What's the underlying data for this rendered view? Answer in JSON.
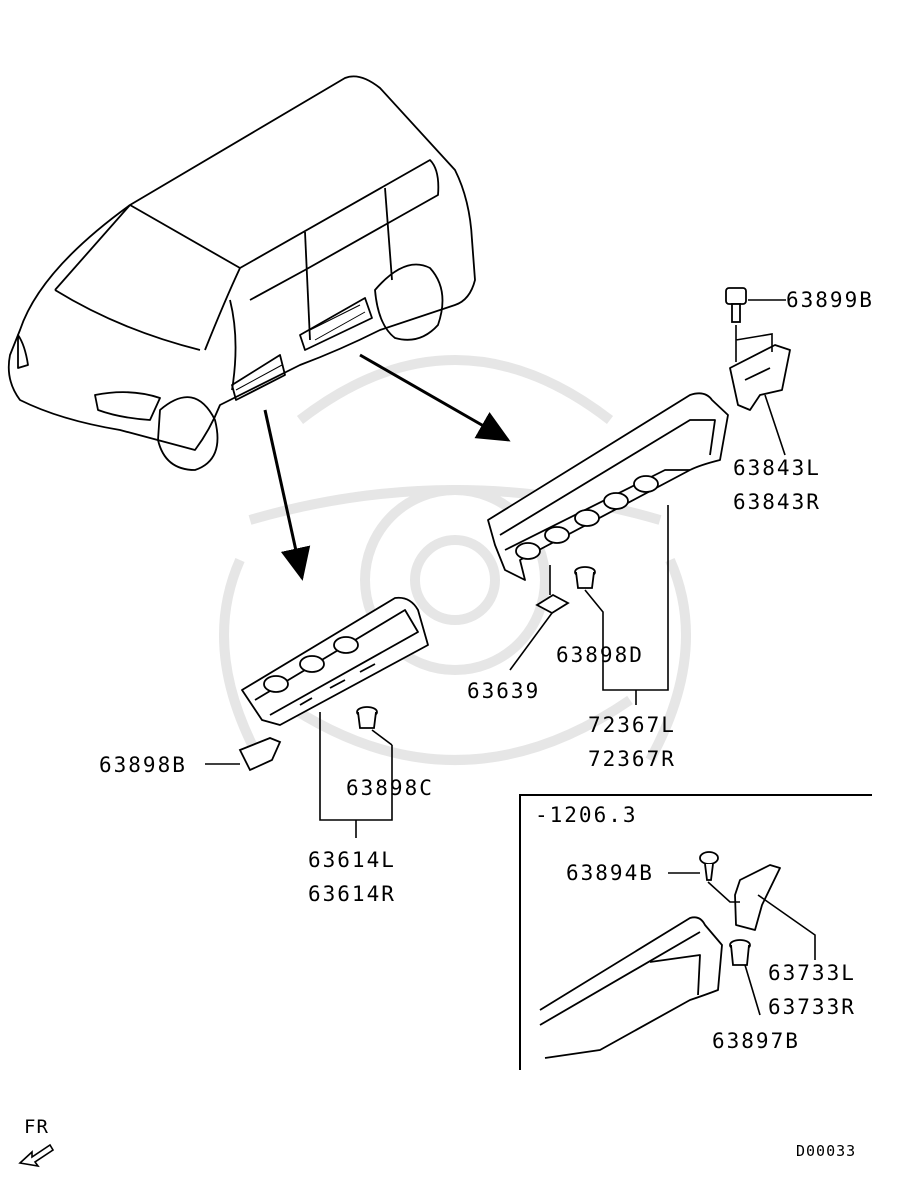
{
  "diagram": {
    "parts": {
      "p63899B": "63899B",
      "p63843L": "63843L",
      "p63843R": "63843R",
      "p63639": "63639",
      "p63898D": "63898D",
      "p72367L": "72367L",
      "p72367R": "72367R",
      "p63898B": "63898B",
      "p63898C": "63898C",
      "p63614L": "63614L",
      "p63614R": "63614R",
      "p63894B": "63894B",
      "p63733L": "63733L",
      "p63733R": "63733R",
      "p63897B": "63897B"
    },
    "inset_label": "-1206.3",
    "direction_label": "FR",
    "diagram_code": "D00033",
    "colors": {
      "ink": "#000000",
      "watermark": "#e6e6e6"
    }
  }
}
